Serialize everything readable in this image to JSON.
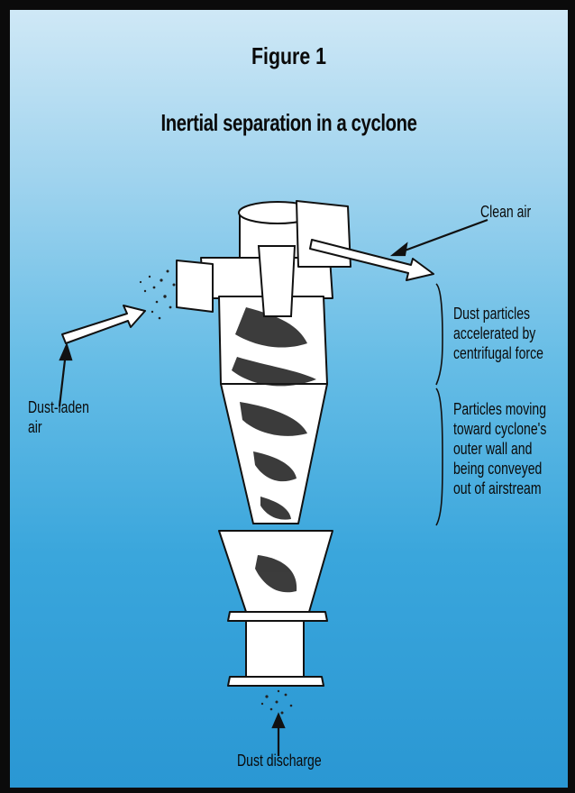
{
  "figure": {
    "title": "Figure 1",
    "subtitle": "Inertial separation in a cyclone"
  },
  "labels": {
    "clean_air": "Clean air",
    "dust_laden_air": [
      "Dust-laden",
      "air"
    ],
    "accelerated": [
      "Dust particles",
      "accelerated by",
      "centrifugal force"
    ],
    "moving": [
      "Particles moving",
      "toward cyclone's",
      "outer wall and",
      "being conveyed",
      "out of airstream"
    ],
    "dust_discharge": "Dust discharge"
  },
  "colors": {
    "background_top": "#cfe8f6",
    "background_bottom": "#2a97d3",
    "frame": "#0b0b0b",
    "ink": "#0a0a0a",
    "body_fill": "#ffffff"
  }
}
